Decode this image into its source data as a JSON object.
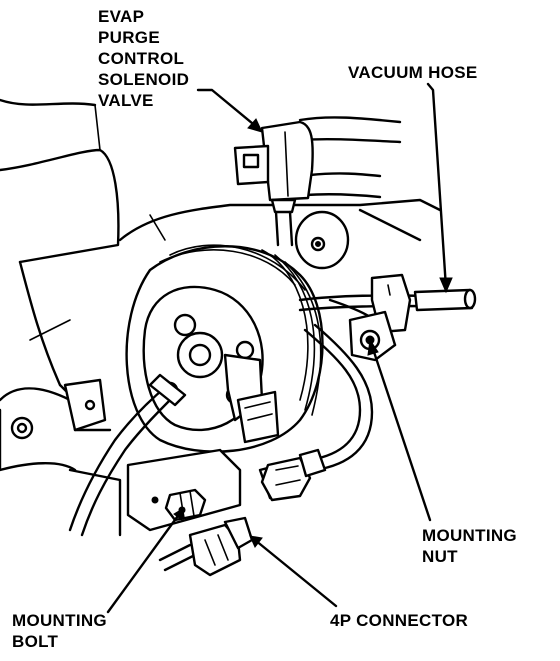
{
  "labels": {
    "solenoid_valve": "EVAP\nPURGE\nCONTROL\nSOLENOID\nVALVE",
    "vacuum_hose": "VACUUM HOSE",
    "mounting_nut": "MOUNTING\nNUT",
    "mounting_bolt": "MOUNTING\nBOLT",
    "connector": "4P CONNECTOR"
  },
  "colors": {
    "ink": "#000000",
    "paper": "#ffffff"
  }
}
